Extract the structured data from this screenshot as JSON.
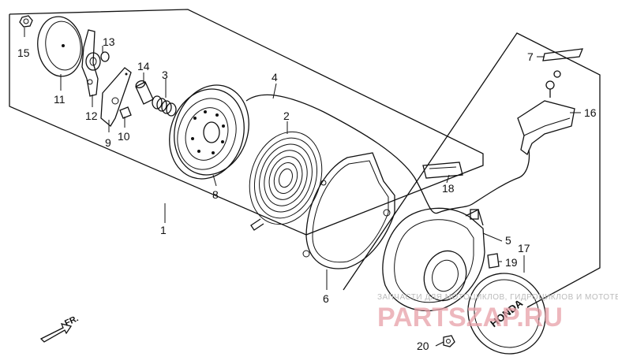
{
  "diagram": {
    "parts": [
      {
        "id": "1",
        "label": "1"
      },
      {
        "id": "2",
        "label": "2"
      },
      {
        "id": "3",
        "label": "3"
      },
      {
        "id": "4",
        "label": "4"
      },
      {
        "id": "5",
        "label": "5"
      },
      {
        "id": "6",
        "label": "6"
      },
      {
        "id": "7",
        "label": "7"
      },
      {
        "id": "8",
        "label": "8"
      },
      {
        "id": "9",
        "label": "9"
      },
      {
        "id": "10",
        "label": "10"
      },
      {
        "id": "11",
        "label": "11"
      },
      {
        "id": "12",
        "label": "12"
      },
      {
        "id": "13",
        "label": "13"
      },
      {
        "id": "14",
        "label": "14"
      },
      {
        "id": "15",
        "label": "15"
      },
      {
        "id": "16",
        "label": "16"
      },
      {
        "id": "17",
        "label": "17"
      },
      {
        "id": "18",
        "label": "18"
      },
      {
        "id": "19",
        "label": "19"
      },
      {
        "id": "20",
        "label": "20"
      }
    ],
    "direction_marker": "FR.",
    "cover_brand": "HONDA"
  },
  "watermark": {
    "line1": "ЗАПЧАСТИ ДЛЯ МОТОЦИКЛОВ, ГИДРОЦИКЛОВ И МОТОТЕХНИКИ",
    "line2": "PARTSZAP.RU"
  }
}
